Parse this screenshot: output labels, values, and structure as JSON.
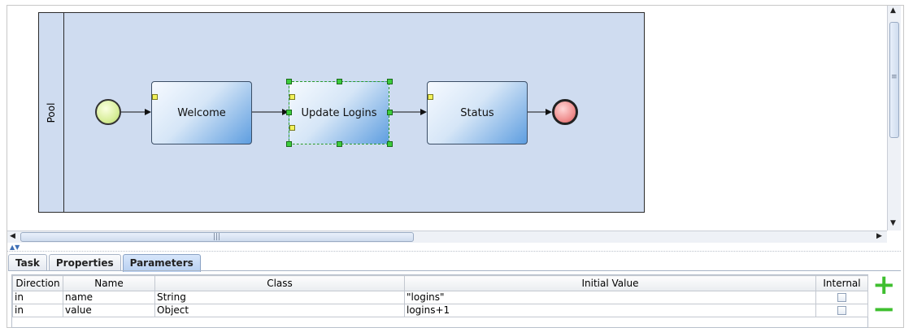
{
  "diagram": {
    "pool_label": "Pool",
    "tasks": [
      {
        "label": "Welcome"
      },
      {
        "label": "Update Logins"
      },
      {
        "label": "Status"
      }
    ]
  },
  "tabs": [
    {
      "label": "Task"
    },
    {
      "label": "Properties"
    },
    {
      "label": "Parameters"
    }
  ],
  "active_tab": "Parameters",
  "parameters": {
    "columns": [
      "Direction",
      "Name",
      "Class",
      "Initial Value",
      "Internal"
    ],
    "rows": [
      {
        "direction": "in",
        "name": "name",
        "class": "String",
        "initial_value": "\"logins\"",
        "internal": false
      },
      {
        "direction": "in",
        "name": "value",
        "class": "Object",
        "initial_value": "logins+1",
        "internal": false
      }
    ]
  },
  "buttons": {
    "add": "+",
    "remove": "−"
  }
}
